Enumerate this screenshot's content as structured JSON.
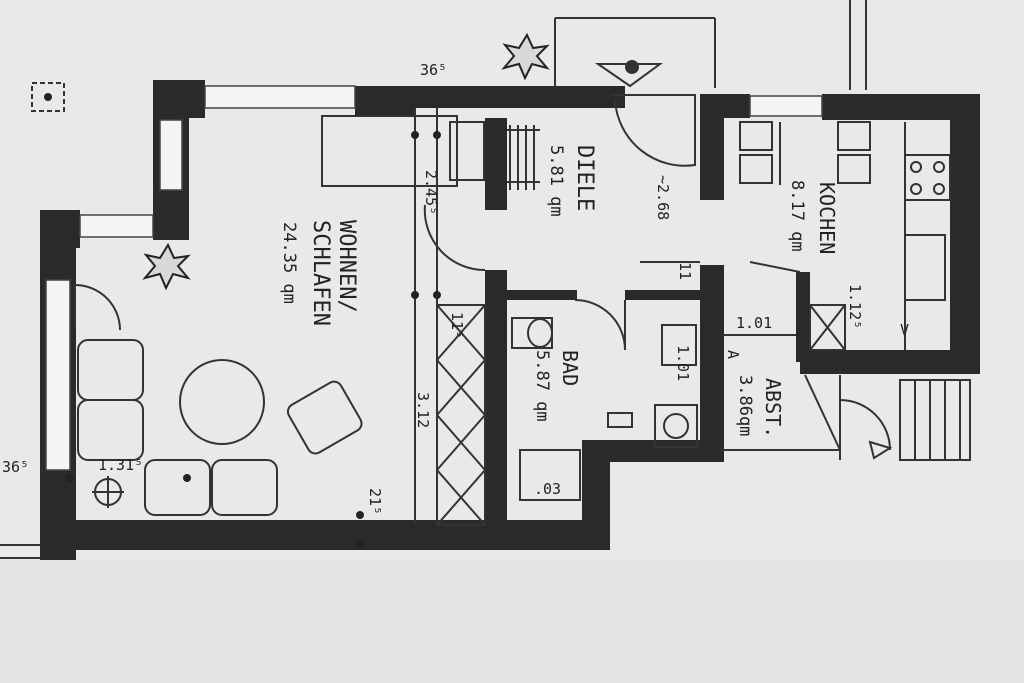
{
  "rooms": {
    "wohnen": {
      "name_1": "WOHNEN/",
      "name_2": "SCHLAFEN",
      "area": "24.35 qm"
    },
    "diele": {
      "name": "DIELE",
      "area": "5.81 qm"
    },
    "kochen": {
      "name": "KOCHEN",
      "area": "8.17 qm"
    },
    "bad": {
      "name": "BAD",
      "area": "5.87 qm"
    },
    "abst": {
      "name": "ABST.",
      "area": "3.86qm"
    }
  },
  "dimensions": {
    "d_36_top": "36⁵",
    "d_36_left": "36⁵",
    "d_245": "2.45⁵",
    "d_268": "~2.68",
    "d_312": "3.12",
    "d_131": "1.31⁵",
    "d_101a": "1.01",
    "d_101b": "1.01",
    "d_112": "1.12⁵",
    "d_03": ".03",
    "d_21": "21⁵",
    "d_11": "11⁵",
    "d_11b": "11"
  },
  "markers": {
    "v": "V",
    "a": "A"
  },
  "colors": {
    "paper": "#e9e9e7",
    "wall": "#2a2a2a",
    "line": "#333333"
  }
}
